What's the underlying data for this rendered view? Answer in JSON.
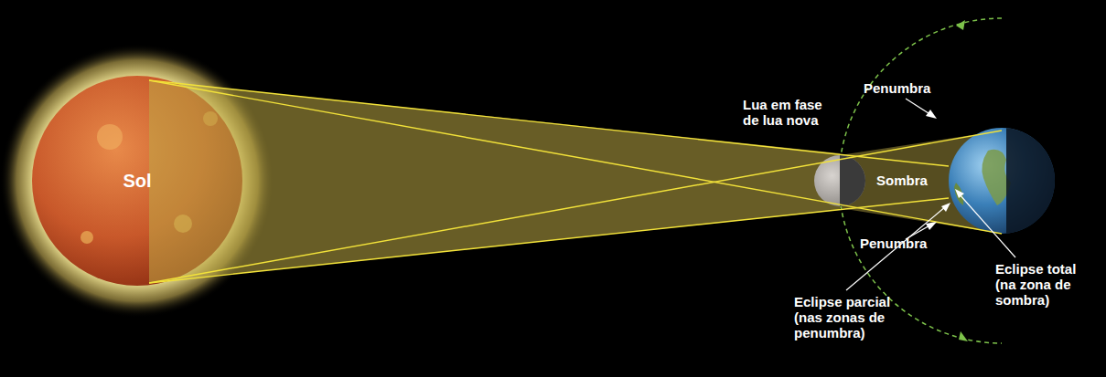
{
  "diagram": {
    "nodes": [
      {
        "text": [
          "Sol"
        ]
      }
    ],
    "labels": [
      "Lua em fase de lua nova",
      "Penumbra",
      "Sombra",
      "Penumbra",
      "Eclipse total (na zona de sombra)",
      "Eclipse parcial (nas zonas de penumbra)"
    ]
  }
}
